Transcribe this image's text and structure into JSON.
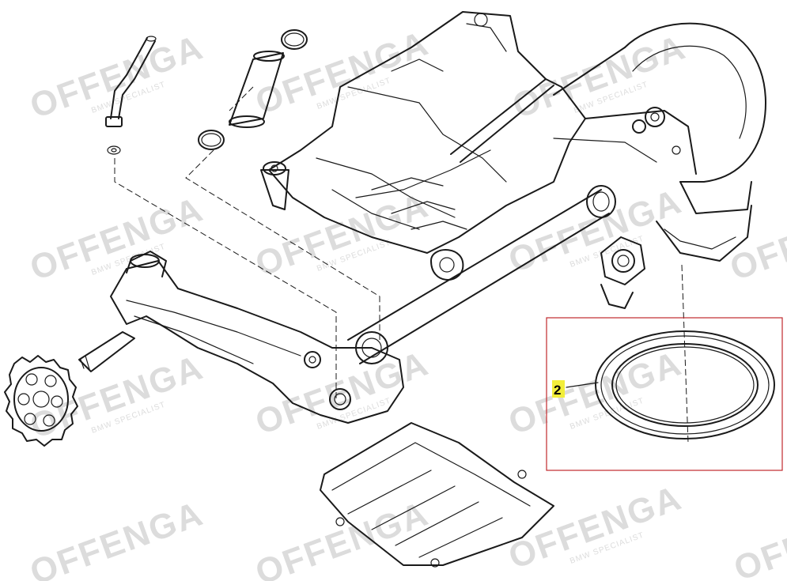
{
  "watermark": {
    "brand": "OFFENGA",
    "tagline": "BMW SPECIALIST"
  },
  "callouts": [
    {
      "number": "2",
      "highlight_color": "#f2ee3a"
    }
  ],
  "colors": {
    "highlight_box": "#c0282d",
    "line_art": "#1a1a1a",
    "watermark": "#dcdcdc"
  }
}
